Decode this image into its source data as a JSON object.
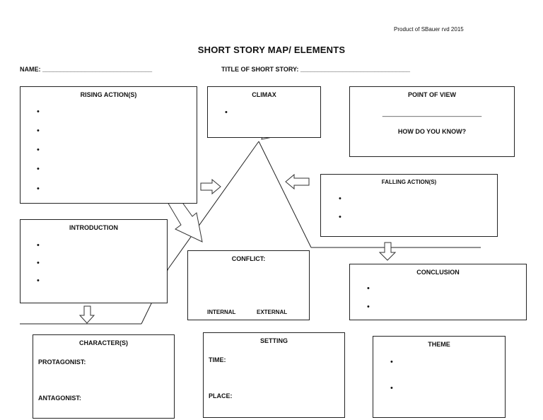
{
  "header": {
    "credit": "Product of SBauer rvd 2015",
    "title": "SHORT STORY MAP/ ELEMENTS",
    "name_label": "NAME: _______________________________",
    "story_title_label": "TITLE OF SHORT STORY: _______________________________"
  },
  "rising_action": {
    "title": "RISING ACTION(S)",
    "bullet": "•"
  },
  "climax": {
    "title": "CLIMAX",
    "bullet": "•"
  },
  "point_of_view": {
    "title": "POINT OF VIEW",
    "blank": "____________________________",
    "prompt": "HOW DO YOU KNOW?"
  },
  "falling_action": {
    "title": "FALLING ACTION(S)",
    "bullet": "•"
  },
  "introduction": {
    "title": "INTRODUCTION",
    "bullet": "•"
  },
  "conflict": {
    "title": "CONFLICT:",
    "internal": "INTERNAL",
    "external": "EXTERNAL"
  },
  "conclusion": {
    "title": "CONCLUSION",
    "bullet": "•"
  },
  "characters": {
    "title": "CHARACTER(S)",
    "protagonist": "PROTAGONIST:",
    "antagonist": "ANTAGONIST:"
  },
  "setting": {
    "title": "SETTING",
    "time": "TIME:",
    "place": "PLACE:"
  },
  "theme": {
    "title": "THEME",
    "bullet": "•"
  }
}
